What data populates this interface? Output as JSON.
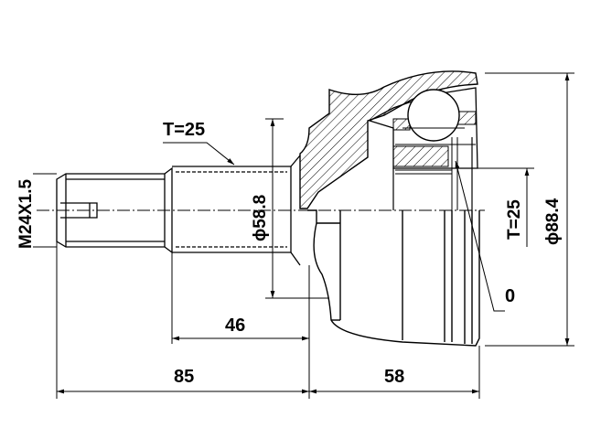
{
  "labels": {
    "thread": "M24X1.5",
    "spline_left": "T=25",
    "spline_right": "T=25",
    "shaft_diameter": "ϕ58.8",
    "housing_diameter": "ϕ88.4",
    "abs_ring": "0",
    "dim_stem": "46",
    "dim_shaft_total": "85",
    "dim_housing": "58"
  },
  "colors": {
    "line": "#000000",
    "background": "#ffffff"
  }
}
